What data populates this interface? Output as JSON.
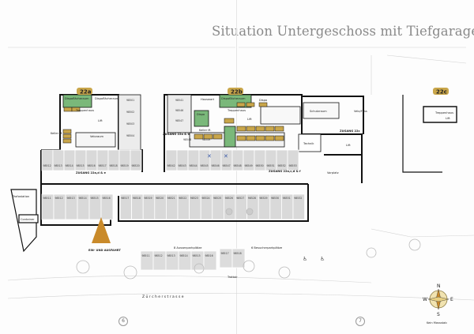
{
  "title": "Situation Untergeschoss mit Tiefgarage",
  "houses": [
    "22a",
    "22b",
    "22c"
  ],
  "rooms": {
    "dispo_raum_a": "Dispoflächeraum",
    "dispo_raum_a2": "Dispoflächeraum",
    "dispo_raum_b": "Dispoflächeraum",
    "dispo_a": "Dispo",
    "dispo_b": "Dispo",
    "treppenhaus_a": "Treppenhaus",
    "treppenhaus_b": "Treppenhaus",
    "treppenhaus_c": "Treppenhaus",
    "hauswart": "Hauswart",
    "keller_a": "Keller M.",
    "keller_b": "Keller M.",
    "velo": "Veloraum",
    "lift_a": "Lift",
    "lift_b": "Lift",
    "lift_c": "Lift",
    "lift_d": "Lift",
    "technik": "Technik",
    "schutzraum": "Schutzraum",
    "veloweg": "Velo/Fuss",
    "vorplatz": "Vorplatz",
    "trafostation": "Trafostation",
    "container": "Container"
  },
  "labels": {
    "zugang_a": "ZUGANG 22a,d & e",
    "zugang_b_upper": "ZUGANG 22a & b",
    "zugang_b": "ZUGANG 22a,c,d & f",
    "zugang_c": "ZUGANG 22c",
    "ein_ausfahrt": "EIN- UND AUSFAHRT",
    "aussenparkplaetze": "8 Aussenparkplätze",
    "besucherparkplaetze": "6 Besucherparkplätze",
    "trottoir": "Trottoir",
    "street": "Z ü r c h e r s t r a s s e",
    "north_legend": "Kein Massstab"
  },
  "parking": {
    "row_a": [
      "98512",
      "98513",
      "98514",
      "98515",
      "98516",
      "98517",
      "98518",
      "98519",
      "98520"
    ],
    "row_b": [
      "98542",
      "98543",
      "98544",
      "98545",
      "98546",
      "98547",
      "98548",
      "98549",
      "98550",
      "98551",
      "98552",
      "98553"
    ],
    "row_lower": [
      "98511",
      "98512",
      "98513",
      "98514",
      "98515",
      "98516",
      "98517",
      "98518",
      "98519",
      "98520",
      "98521",
      "98522",
      "98523",
      "98524",
      "98525",
      "98526",
      "98527",
      "98528",
      "98529",
      "98530",
      "98531",
      "98532"
    ],
    "outdoor": [
      "98511",
      "98512",
      "98513",
      "98514",
      "98515",
      "98516",
      "98517",
      "98518"
    ],
    "cellar": [
      "98501",
      "98502",
      "98503",
      "98504",
      "98541",
      "98546",
      "98547",
      "98548",
      "98549"
    ]
  },
  "compass": {
    "n": "N",
    "s": "S",
    "e": "E",
    "w": "W"
  },
  "pages": [
    "6",
    "7"
  ],
  "colors": {
    "green": "#7ab87a",
    "ochre": "#c9a64a",
    "arrow": "#c98a2a",
    "wall": "#111111",
    "grey": "#d9d9d9"
  }
}
